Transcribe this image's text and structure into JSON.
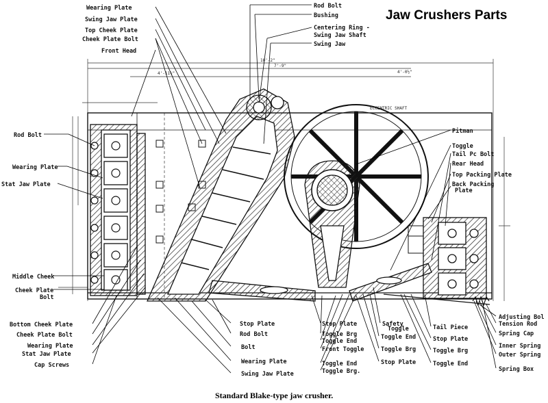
{
  "title": "Jaw Crushers Parts",
  "caption": "Standard Blake-type jaw crusher.",
  "dimensions": [
    "10'-2\"",
    "4'-11½\"",
    "7'-9\"",
    "4'-0½\"",
    "ECCENTRIC SHAFT"
  ],
  "labels": {
    "top_left": [
      "Wearing Plate",
      "Swing Jaw Plate",
      "Top Cheek Plate",
      "Cheek Plate Bolt",
      "Front Head"
    ],
    "top_right": [
      "Rod Bolt",
      "Bushing",
      "Centering Ring -",
      "Swing Jaw Shaft",
      "Swing Jaw"
    ],
    "left": [
      "Rod Bolt",
      "Wearing Plate",
      "Stat Jaw Plate",
      "Middle Cheek",
      "Cheek Plate",
      "Bolt"
    ],
    "bottom_left": [
      "Bottom Cheek Plate",
      "Cheek Plate Bolt",
      "Wearing Plate",
      "Stat Jaw Plate",
      "Cap Screws"
    ],
    "bottom_mid": [
      "Stop Plate",
      "Rod Bolt",
      "Bolt",
      "Wearing Plate",
      "Swing Jaw Plate"
    ],
    "bottom_center": [
      "Stop Plate",
      "Toggle Brg",
      "Toggle End",
      "Front Toggle",
      "Toggle End",
      "Toggle Brg."
    ],
    "bottom_right_mid": [
      "Safety",
      "Toggle",
      "Toggle End",
      "Toggle Brg",
      "Stop Plate"
    ],
    "bottom_right": [
      "Tail Piece",
      "Stop Plate",
      "Toggle Brg",
      "Toggle End"
    ],
    "right_bottom": [
      "Adjusting Bol",
      "Tension Rod",
      "Spring Cap",
      "Inner Spring",
      "Outer Spring",
      "Spring Box"
    ],
    "right_top": [
      "Pitman",
      "Toggle",
      "Tail Pc Bolt",
      "Rear Head",
      "Top Packing Plate",
      "Back Packing",
      "Plate"
    ]
  }
}
